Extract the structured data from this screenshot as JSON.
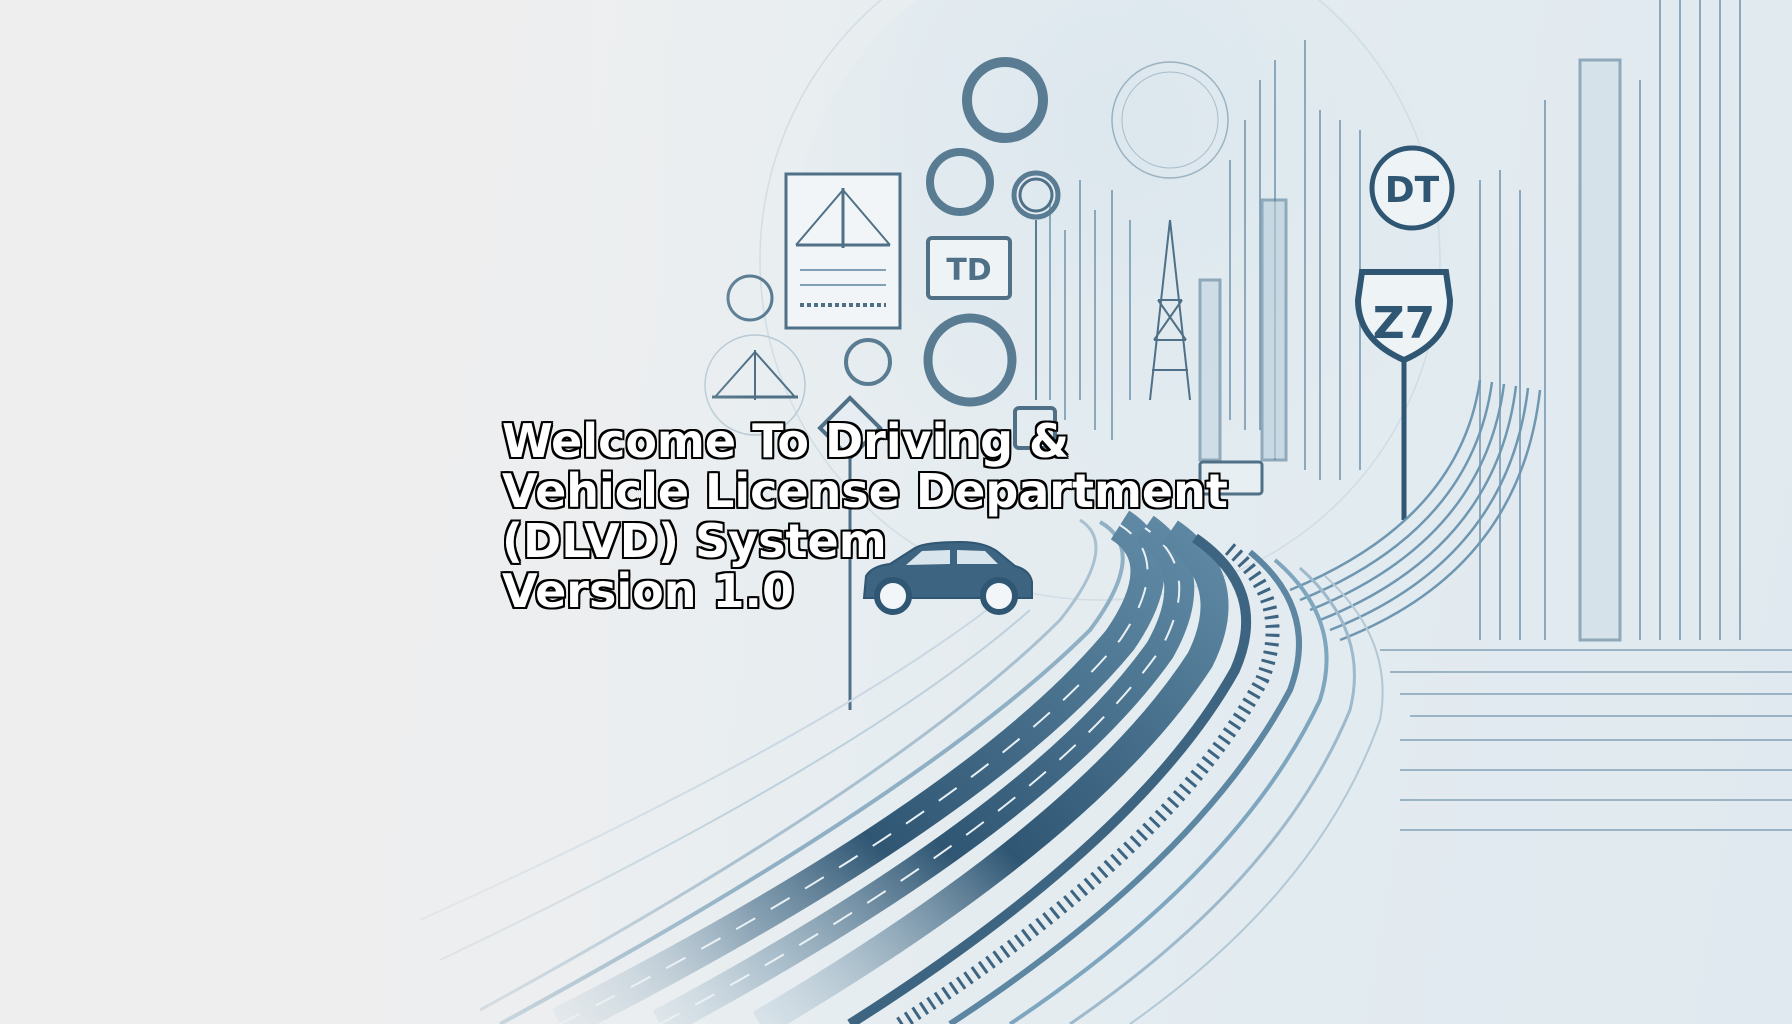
{
  "splash": {
    "title_line1": "Welcome To Driving &",
    "title_line2": "Vehicle License Department",
    "title_line3": "(DLVD) System",
    "version": "Version 1.0"
  },
  "signs": {
    "td": "TD",
    "dt": "DT",
    "route": "Z7"
  },
  "colors": {
    "road_dark": "#2f5673",
    "road_light": "#7fa6bf",
    "sign_border": "#4f7086",
    "background": "#eef1f3",
    "text_fill": "#ffffff",
    "text_outline": "#000000"
  }
}
